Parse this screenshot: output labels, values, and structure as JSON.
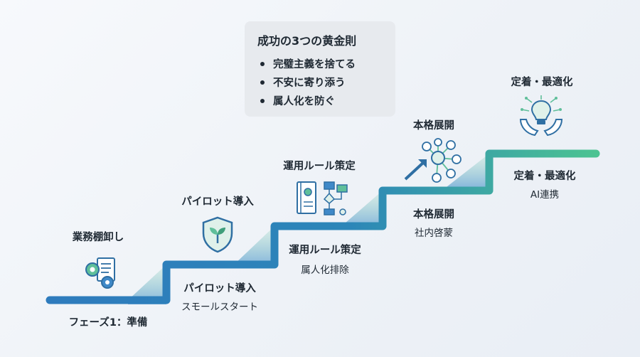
{
  "rules": {
    "title": "成功の3つの黄金則",
    "items": [
      "完璧主義を捨てる",
      "不安に寄り添う",
      "属人化を防ぐ"
    ]
  },
  "steps": [
    {
      "top_label": "業務棚卸し",
      "icon": "gears-document-icon",
      "bottom_title": "フェーズ1：準備",
      "bottom_sub": ""
    },
    {
      "top_label": "パイロット導入",
      "icon": "shield-sprout-icon",
      "bottom_title": "パイロット導入",
      "bottom_sub": "スモールスタート"
    },
    {
      "top_label": "運用ルール策定",
      "icon": "manual-flowchart-icon",
      "bottom_title": "運用ルール策定",
      "bottom_sub": "属人化排除"
    },
    {
      "top_label": "本格展開",
      "icon": "network-growth-icon",
      "bottom_title": "本格展開",
      "bottom_sub": "社内啓蒙"
    },
    {
      "top_label": "定着・最適化",
      "icon": "hands-lightbulb-icon",
      "bottom_title": "定着・最適化",
      "bottom_sub": "AI連携"
    }
  ],
  "colors": {
    "blue": "#2f7fbf",
    "teal": "#3fb98a",
    "light_teal": "#7fd0b2",
    "text": "#1f2933",
    "box": "#e7eaee"
  }
}
